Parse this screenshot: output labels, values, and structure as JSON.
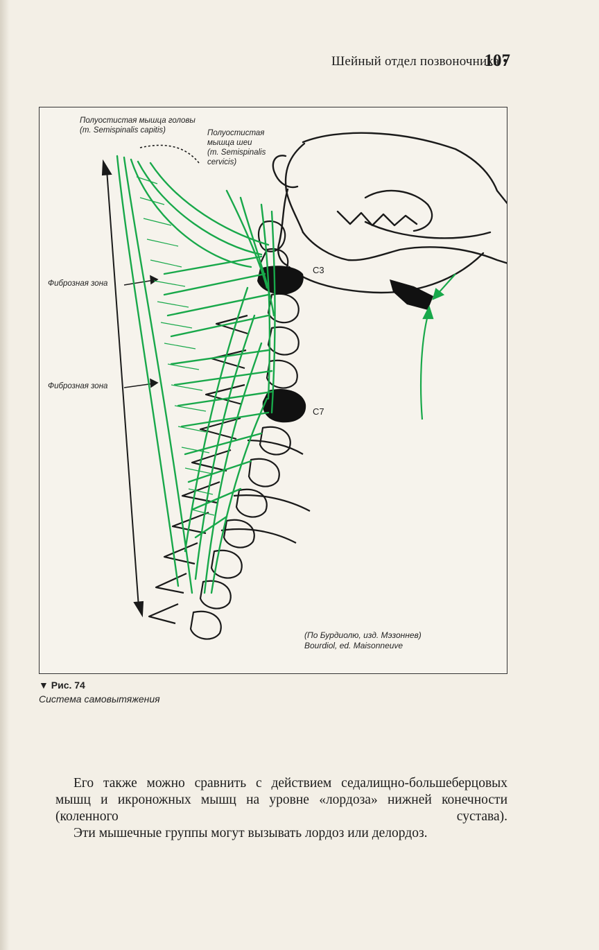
{
  "header": {
    "running_title": "Шейный отдел позвоночника  •",
    "page_number": "107"
  },
  "figure": {
    "labels": {
      "semispinalis_capitis": [
        "Полуостистая мышца головы",
        "(m. Semispinalis capitis)"
      ],
      "semispinalis_cervicis": [
        "Полуостистая",
        "мышца шеи",
        "(m. Semispinalis",
        "cervicis)"
      ],
      "fibrous_zone_1": "Фиброзная зона",
      "fibrous_zone_2": "Фиброзная зона",
      "vertebra_c3": "C3",
      "vertebra_c7": "C7",
      "source": [
        "(По Бурдиолю, изд. Мэзоннев)",
        "Bourdiol, ed. Maisonneuve"
      ]
    },
    "colors": {
      "muscle": "#18a84a",
      "outline": "#1a1a1a",
      "highlight_vertebra": "#111111"
    }
  },
  "caption": {
    "number": "▼ Рис. 74",
    "title": "Система самовытяжения"
  },
  "body": {
    "paragraphs": [
      "Его также можно сравнить с действием седалищно-большеберцовых мышц и икроножных мышц на уровне «лордоза» нижней конечности (коленного сустава).",
      "Эти мышечные группы могут вызывать лордоз или делордоз."
    ]
  }
}
